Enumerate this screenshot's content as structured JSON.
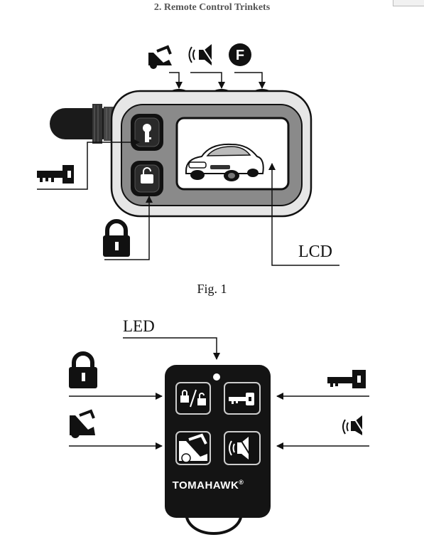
{
  "header": {
    "section_title": "2.   Remote Control Trinkets"
  },
  "figure1": {
    "lcd_label": "LCD",
    "caption": "Fig. 1",
    "icons": [
      "trunk-icon",
      "mute-icon",
      "function-f-icon",
      "key-icon",
      "lock-icon",
      "car-icon"
    ],
    "f_letter": "F"
  },
  "figure2": {
    "led_label": "LED",
    "brand": "TOMAHAWK",
    "brand_mark": "®",
    "icons": [
      "lock-icon",
      "trunk-icon",
      "key-icon",
      "mute-icon",
      "lock-unlock-icon"
    ]
  }
}
